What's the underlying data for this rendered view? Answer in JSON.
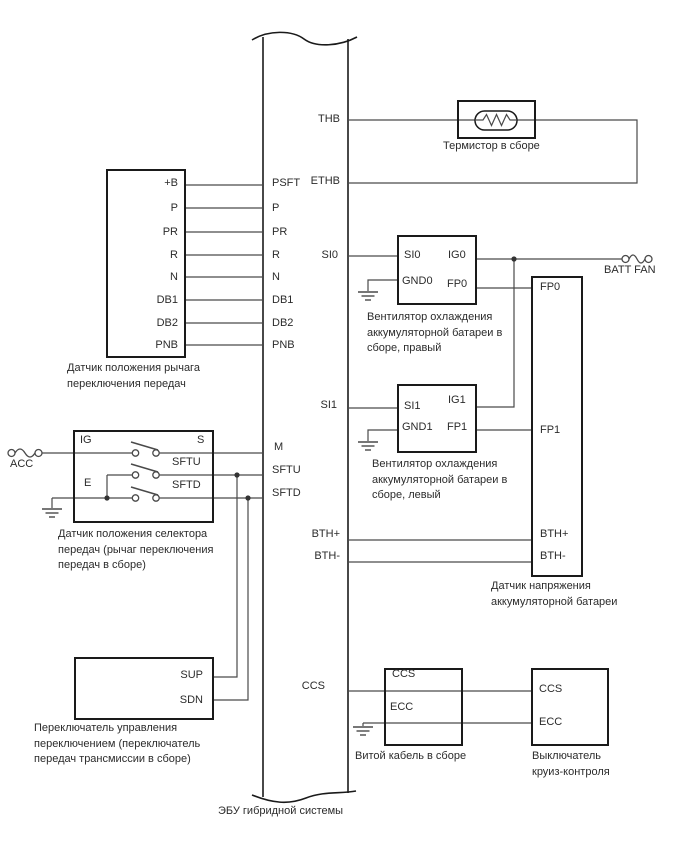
{
  "ecu": {
    "caption": "ЭБУ гибридной системы",
    "left_pins": [
      "PSFT",
      "P",
      "PR",
      "R",
      "N",
      "DB1",
      "DB2",
      "PNB",
      "M",
      "SFTU",
      "SFTD"
    ],
    "right_pins": [
      "THB",
      "ETHB",
      "SI0",
      "SI1",
      "BTH+",
      "BTH-",
      "CCS"
    ]
  },
  "shift_lever_sensor": {
    "caption": "Датчик положения рычага\nпереключения передач",
    "pins": [
      "+B",
      "P",
      "PR",
      "R",
      "N",
      "DB1",
      "DB2",
      "PNB"
    ]
  },
  "thermistor": {
    "caption": "Термистор в сборе"
  },
  "fan_right": {
    "caption": "Вентилятор охлаждения\nаккумуляторной батареи в\nсборе, правый",
    "pins": {
      "si": "SI0",
      "ig": "IG0",
      "gnd": "GND0",
      "fp": "FP0"
    }
  },
  "fan_left": {
    "caption": "Вентилятор охлаждения\nаккумуляторной батареи в\nсборе, левый",
    "pins": {
      "si": "SI1",
      "ig": "IG1",
      "gnd": "GND1",
      "fp": "FP1"
    }
  },
  "fuses": {
    "batt_fan": "BATT FAN",
    "acc": "ACC"
  },
  "battery_voltage_sensor": {
    "caption": "Датчик напряжения\nаккумуляторной батареи",
    "pins": [
      "FP0",
      "FP1",
      "BTH+",
      "BTH-"
    ]
  },
  "selector_sensor": {
    "caption": "Датчик положения селектора\nпередач (рычаг переключения\nпередач в сборе)",
    "labels": {
      "ig": "IG",
      "s": "S",
      "e": "E",
      "sftu": "SFTU",
      "sftd": "SFTD"
    }
  },
  "shift_control_switch": {
    "caption": "Переключатель управления\nпереключением (переключатель\nпередач трансмиссии в сборе)",
    "pins": [
      "SUP",
      "SDN"
    ]
  },
  "twisted_cable": {
    "caption": "Витой кабель в сборе",
    "pins": [
      "CCS",
      "ECC"
    ]
  },
  "cruise_switch": {
    "caption": "Выключатель\nкруиз-контроля",
    "pins": [
      "CCS",
      "ECC"
    ]
  },
  "colors": {
    "wire": "#4a4a4a",
    "box_border": "#1a1a1a",
    "text": "#2b2b2b",
    "background": "#ffffff"
  }
}
